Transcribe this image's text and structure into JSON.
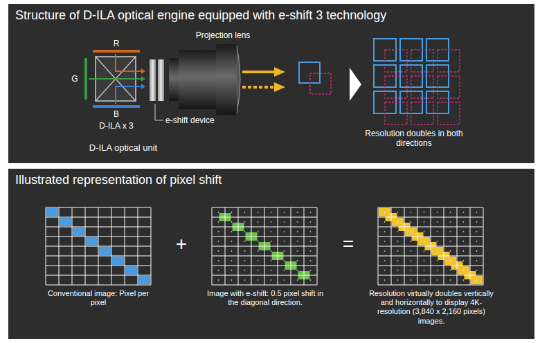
{
  "diagram": {
    "nodes": [
      {
        "text": [
          "Structure of D-ILA optical engine equipped with e-shift 3 technology"
        ]
      },
      {
        "text": [
          "Illustrated representation of pixel shift"
        ]
      }
    ],
    "labels": [
      "R",
      "G",
      "B",
      "D-ILA x 3",
      "e-shift device",
      "Projection lens",
      "D-ILA optical unit",
      "Resolution doubles in both directions",
      "+",
      "=",
      "Conventional image: Pixel per pixel",
      "Image with e-shift: 0.5 pixel shift in the diagonal direction.",
      "Resolution virtually doubles vertically and horizontally to display 4K-resolution (3,840 x 2,160 pixels) images."
    ]
  }
}
